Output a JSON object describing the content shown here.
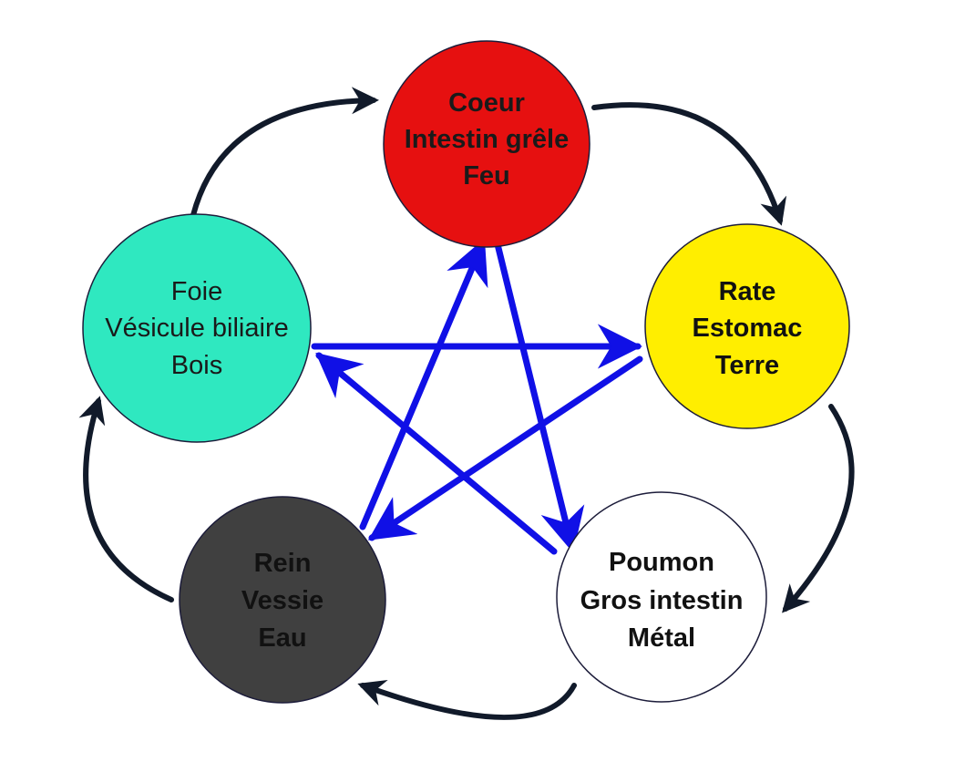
{
  "colors": {
    "star_arrow": "#1010e6",
    "cycle_arrow": "#111a2a",
    "node_outline": "#1c1c3a"
  },
  "elements": [
    {
      "id": "fire",
      "lines": [
        "Coeur",
        "Intestin grêle",
        "Feu"
      ],
      "fill": "#e61010",
      "text_color": "#1a1a1a",
      "bold": true
    },
    {
      "id": "earth",
      "lines": [
        "Rate",
        "Estomac",
        "Terre"
      ],
      "fill": "#ffee00",
      "text_color": "#111111",
      "bold": true
    },
    {
      "id": "metal",
      "lines": [
        "Poumon",
        "Gros intestin",
        "Métal"
      ],
      "fill": "#ffffff",
      "text_color": "#111111",
      "bold": true
    },
    {
      "id": "water",
      "lines": [
        "Rein",
        "Vessie",
        "Eau"
      ],
      "fill": "#404040",
      "text_color": "#111111",
      "bold": true
    },
    {
      "id": "wood",
      "lines": [
        "Foie",
        "Vésicule biliaire",
        "Bois"
      ],
      "fill": "#2fe8c0",
      "text_color": "#1a1a1a",
      "bold": false
    }
  ]
}
